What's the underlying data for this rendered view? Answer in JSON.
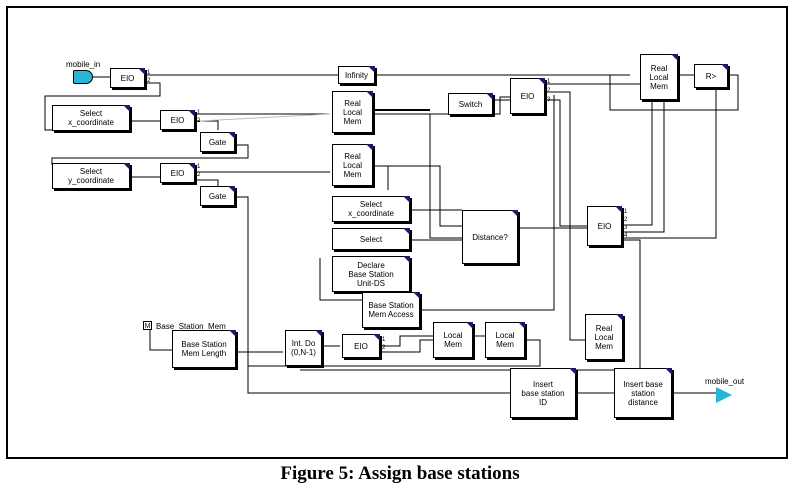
{
  "figure": {
    "caption": "Figure 5: Assign base stations"
  },
  "labels": {
    "mobile_in": "mobile_in",
    "mobile_out": "mobile_out",
    "base_station_mem": "Base_Station_Mem"
  },
  "blocks": {
    "eio_1": "EIO",
    "eio_2": "EIO",
    "eio_3": "EIO",
    "eio_4": "EIO",
    "eio_5": "EIO",
    "eio_6": "EIO",
    "select_x_1": "Select\nx_coordinate",
    "select_y_1": "Select\ny_coordinate",
    "gate_1": "Gate",
    "gate_2": "Gate",
    "infinity": "Infinity",
    "real_local_mem_1": "Real\nLocal\nMem",
    "real_local_mem_2": "Real\nLocal\nMem",
    "real_local_mem_3": "Real\nLocal\nMem",
    "real_local_mem_4": "Real\nLocal\nMem",
    "switch": "Switch",
    "r_gt": "R>",
    "select_x_2": "Select\nx_coordinate",
    "select_2": "Select",
    "declare_bs": "Declare\nBase Station\nUnit-DS",
    "bs_mem_access": "Base Station\nMem Access",
    "distance": "Distance?",
    "bs_mem_length": "Base Station\nMem Length",
    "int_do": "Int. Do\n(0,N-1)",
    "local_mem_1": "Local\nMem",
    "local_mem_2": "Local\nMem",
    "insert_bs_id": "Insert\nbase station\nID",
    "insert_bs_dist": "Insert base\nstation\ndistance"
  },
  "ports": {
    "p1": "1",
    "p2": "2",
    "p3": "3",
    "p4": "4"
  }
}
